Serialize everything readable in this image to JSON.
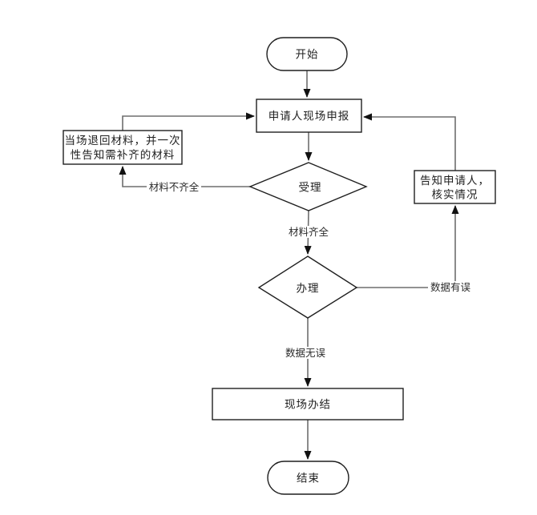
{
  "diagram": {
    "type": "flowchart",
    "background_color": "#ffffff",
    "connector_color": "#6e6e6e",
    "node_border_color": "#1f1f1f",
    "text_color": "#1f1f1f"
  },
  "nodes": {
    "start": {
      "label": "开始",
      "shape": "stadium"
    },
    "onsite_declaration": {
      "label": "申请人现场申报",
      "shape": "rectangle"
    },
    "acceptance": {
      "label": "受理",
      "shape": "diamond"
    },
    "return_materials": {
      "line1": "当场退回材料，并一次",
      "line2": "性告知需补齐的材料",
      "shape": "rectangle"
    },
    "notify_applicant": {
      "line1": "告知申请人，",
      "line2": "核实情况",
      "shape": "rectangle"
    },
    "processing": {
      "label": "办理",
      "shape": "diamond"
    },
    "onsite_completion": {
      "label": "现场办结",
      "shape": "rectangle"
    },
    "end": {
      "label": "结束",
      "shape": "stadium"
    }
  },
  "edge_labels": {
    "materials_incomplete": "材料不齐全",
    "materials_complete": "材料齐全",
    "data_error": "数据有误",
    "data_correct": "数据无误"
  }
}
